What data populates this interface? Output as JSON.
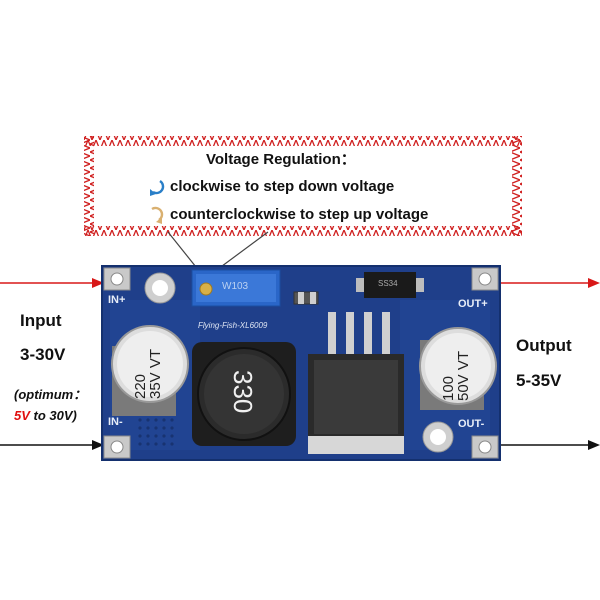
{
  "callout": {
    "title": "Voltage Regulation：",
    "clockwise": "clockwise to step down voltage",
    "counterclockwise": "counterclockwise to step up voltage"
  },
  "input": {
    "title": "Input",
    "range": "3-30V",
    "note_line1": "(optimum：",
    "note_red": "5V",
    "note_rest": " to 30V)"
  },
  "output": {
    "title": "Output",
    "range": "5-35V"
  },
  "board": {
    "in_plus": "IN+",
    "in_minus": "IN-",
    "out_plus": "OUT+",
    "out_minus": "OUT-",
    "silkscreen": "Flying-Fish-XL6009",
    "pot_marking": "W103",
    "inductor_marking": "330",
    "cap_left_line1": "220",
    "cap_left_line2": "35V",
    "cap_left_line3": "VT",
    "cap_right_line1": "100",
    "cap_right_line2": "50V",
    "cap_right_line3": "VT",
    "diode_marking": "SS34"
  },
  "colors": {
    "pcb": "#1f3f8a",
    "arrow_red": "#d81818",
    "callout_border": "#d02020",
    "clockwise_icon": "#2a7fc8",
    "counterclockwise_icon": "#d9b070"
  }
}
